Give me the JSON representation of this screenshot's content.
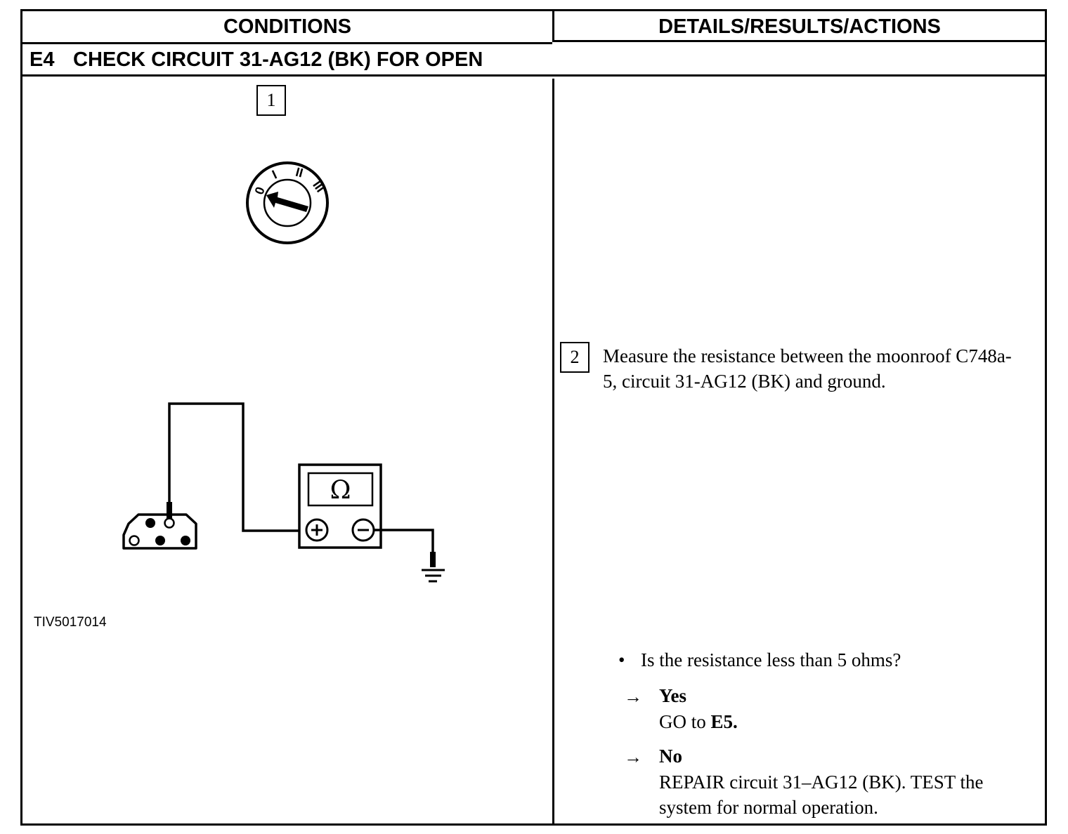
{
  "table": {
    "header_conditions": "CONDITIONS",
    "header_details": "DETAILS/RESULTS/ACTIONS",
    "step_code": "E4",
    "step_title": "CHECK CIRCUIT 31-AG12 (BK) FOR OPEN"
  },
  "figure": {
    "step1_number": "1",
    "ignition_positions": [
      "0",
      "I",
      "II",
      "III"
    ],
    "meter_symbol": "Ω",
    "figure_id": "TIV5017014"
  },
  "details": {
    "step2_number": "2",
    "instruction": "Measure the resistance between the moonroof C748a-5, circuit 31-AG12 (BK) and ground.",
    "bullet": "•",
    "question": "Is the resistance less than 5 ohms?",
    "arrow": "→",
    "yes_label": "Yes",
    "yes_action_prefix": "GO to ",
    "yes_action_target": "E5.",
    "no_label": "No",
    "no_action": "REPAIR circuit 31–AG12 (BK). TEST the system for normal operation."
  }
}
